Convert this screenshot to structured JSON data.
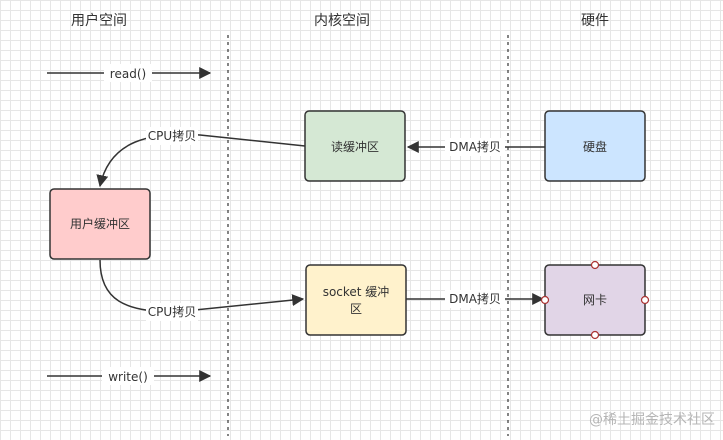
{
  "columns": {
    "user": "用户空间",
    "kernel": "内核空间",
    "hardware": "硬件"
  },
  "nodes": {
    "read_buffer": "读缓冲区",
    "disk": "硬盘",
    "user_buffer": "用户缓冲区",
    "socket_buffer_line1": "socket 缓冲",
    "socket_buffer_line2": "区",
    "nic": "网卡"
  },
  "edges": {
    "read": "read()",
    "write": "write()",
    "cpu_copy_top": "CPU拷贝",
    "cpu_copy_bottom": "CPU拷贝",
    "dma_copy_top": "DMA拷贝",
    "dma_copy_bottom": "DMA拷贝"
  },
  "watermark": "@稀土掘金技术社区",
  "colors": {
    "read_buffer_fill": "#d5e8d4",
    "disk_fill": "#cce5ff",
    "user_buffer_fill": "#ffcccc",
    "socket_buffer_fill": "#fff2cc",
    "nic_fill": "#e1d5e7",
    "stroke": "#333333",
    "grid": "#e6e6e6"
  }
}
